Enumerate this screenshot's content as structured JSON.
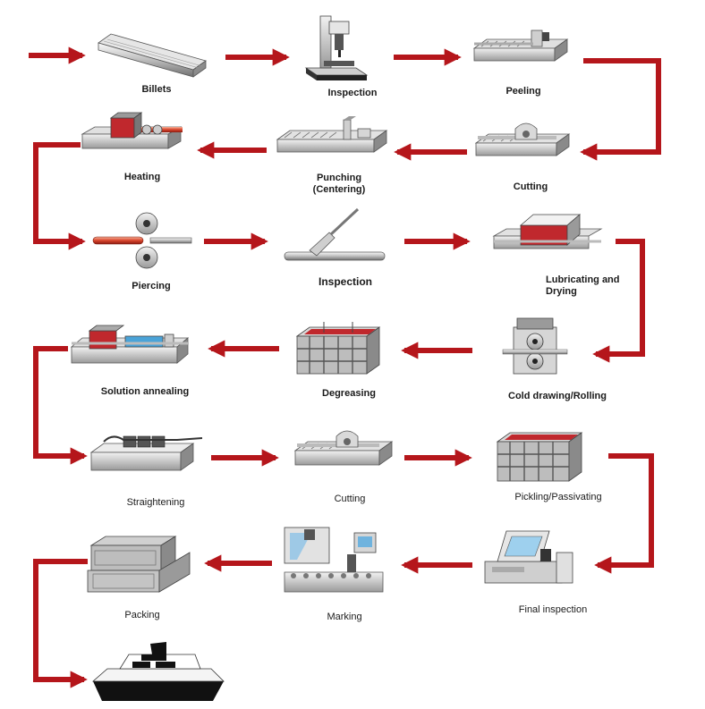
{
  "colors": {
    "arrow": "#b5161b",
    "machine_light": "#d9d9d9",
    "machine_dark": "#5a5a5a",
    "heat": "#c0282d",
    "ship_hull": "#111111"
  },
  "steps": {
    "billets": "Billets",
    "inspection_1": "Inspection",
    "peeling": "Peeling",
    "heating": "Heating",
    "punching": "Punching\n(Centering)",
    "cutting_1": "Cutting",
    "piercing": "Piercing",
    "inspection_2": "Inspection",
    "lubricating": "Lubricating and\nDrying",
    "solution_annealing": "Solution annealing",
    "degreasing": "Degreasing",
    "cold_drawing": "Cold drawing/Rolling",
    "straightening": "Straightening",
    "cutting_2": "Cutting",
    "pickling": "Pickling/Passivating",
    "packing": "Packing",
    "marking": "Marking",
    "final_inspection": "Final inspection"
  },
  "icons": [
    "billets-icon",
    "drill-press-icon",
    "peeling-machine-icon",
    "heating-furnace-icon",
    "punching-machine-icon",
    "cutting-saw-icon",
    "piercing-rollers-icon",
    "inspection-probe-icon",
    "lubricating-tank-icon",
    "annealing-furnace-icon",
    "degreasing-tank-icon",
    "drawing-mill-icon",
    "straightening-machine-icon",
    "pickling-tank-icon",
    "packing-crates-icon",
    "marking-machine-icon",
    "inspection-console-icon",
    "shipping-vessel-icon"
  ]
}
